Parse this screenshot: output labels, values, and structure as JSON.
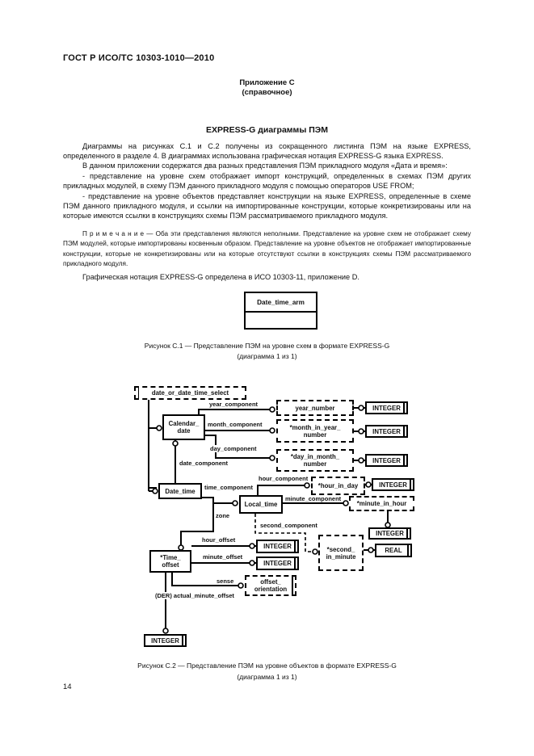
{
  "page": {
    "header": "ГОСТ Р ИСО/ТС 10303-1010—2010",
    "appendix_title": "Приложение С",
    "appendix_subtitle": "(справочное)",
    "section_title": "EXPRESS-G диаграммы ПЭМ",
    "page_number": "14"
  },
  "body": {
    "p1": "Диаграммы на рисунках С.1 и С.2 получены из сокращенного листинга ПЭМ на языке EXPRESS, определенного в разделе 4. В диаграммах использована графическая нотация EXPRESS-G языка EXPRESS.",
    "p2": "В данном приложении содержатся два разных представления ПЭМ прикладного модуля «Дата и время»:",
    "p3": "- представление на уровне схем отображает импорт конструкций, определенных в схемах ПЭМ других прикладных модулей, в схему ПЭМ данного прикладного модуля с помощью операторов USE FROM;",
    "p4": "- представление на уровне объектов представляет конструкции на языке EXPRESS, определенные в схеме ПЭМ данного прикладного модуля, и ссылки на импортированные конструкции, которые конкретизированы или на которые имеются ссылки в конструкциях схемы ПЭМ рассматриваемого прикладного модуля.",
    "note": "П р и м е ч а н и е — Оба эти представления являются неполными. Представление на уровне схем не отображает схему ПЭМ модулей, которые импортированы косвенным образом. Представление на уровне объектов не отображает импортированные конструкции, которые не конкретизированы или на которые отсутствуют ссылки в конструкциях схемы ПЭМ рассматриваемого прикладного модуля.",
    "p5": "Графическая нотация EXPRESS-G определена в ИСО 10303-11, приложение D."
  },
  "figure_c1": {
    "schema_box_title": "Date_time_arm",
    "caption_line1": "Рисунок С.1 — Представление ПЭМ на уровне схем в формате EXPRESS-G",
    "caption_line2": "(диаграмма 1 из 1)"
  },
  "figure_c2": {
    "caption_line1": "Рисунок С.2 — Представление ПЭМ на уровне объектов в формате EXPRESS-G",
    "caption_line2": "(диаграмма 1 из 1)",
    "entities": {
      "select": "date_or_date_time_select",
      "calendar_date": "Calendar_\ndate",
      "date_time": "Date_time",
      "local_time": "Local_time",
      "time_offset": "*Time_\noffset",
      "year_number": "year_number",
      "month_in_year_number": "*month_in_year_\nnumber",
      "day_in_month_number": "*day_in_month_\nnumber",
      "hour_in_day": "*hour_in_day",
      "minute_in_hour": "*minute_in_hour",
      "second_in_minute": "*second_\nin_minute",
      "offset_orientation": "offset_\norientation",
      "integer": "INTEGER",
      "real": "REAL"
    },
    "labels": {
      "year_component": "year_component",
      "month_component": "month_component",
      "day_component": "day_component",
      "date_component": "date_component",
      "time_component": "time_component",
      "hour_component": "hour_component",
      "minute_component": "minute_component",
      "second_component": "second_component",
      "zone": "zone",
      "hour_offset": "hour_offset",
      "minute_offset": "minute_offset",
      "sense": "sense",
      "der_actual_minute_offset": "(DER) actual_minute_offset"
    }
  }
}
